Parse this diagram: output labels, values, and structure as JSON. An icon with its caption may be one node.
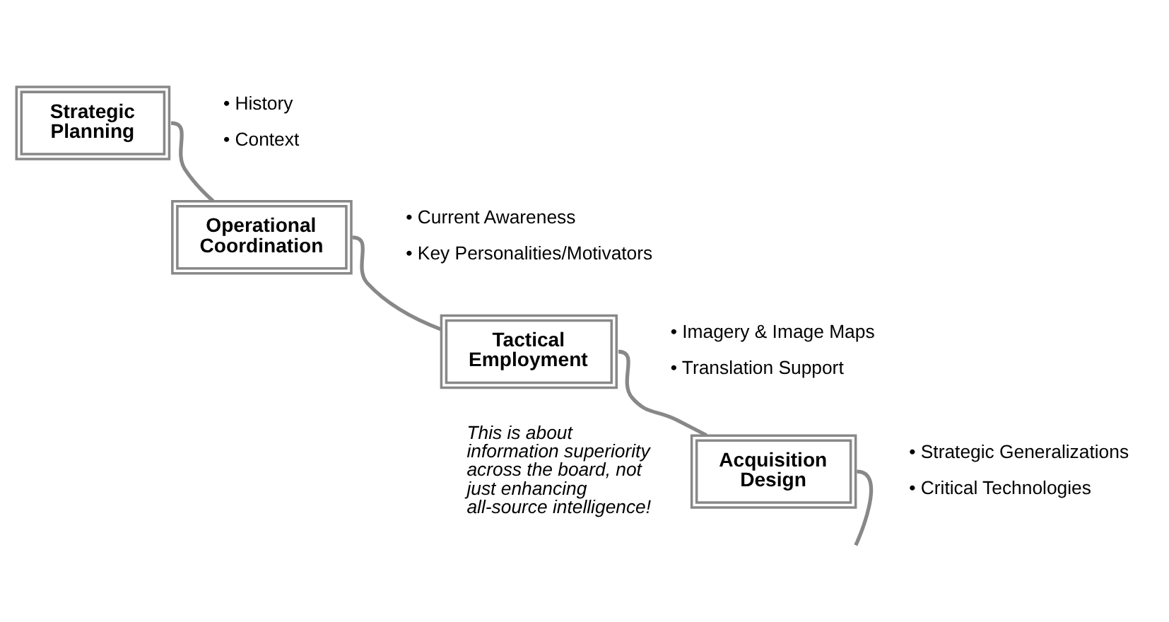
{
  "diagram": {
    "nodes": [
      {
        "text": [
          "Strategic Planning"
        ],
        "beside": [
          "• History",
          "• Context"
        ]
      },
      {
        "text": [
          "Operational Coordination"
        ],
        "beside": [
          "• Current Awareness",
          "• Key Personalities/Motivators"
        ]
      },
      {
        "text": [
          "Tactical Employment"
        ],
        "beside": [
          "• Imagery & Image Maps",
          "• Translation Support"
        ]
      },
      {
        "text": [
          "Acquisition Design"
        ],
        "beside": [
          "• Strategic Generalizations",
          "• Critical Technologies"
        ]
      }
    ],
    "edges": [
      {
        "from": 0,
        "to": 1,
        "arrow": "none"
      },
      {
        "from": 1,
        "to": 2,
        "arrow": "none"
      },
      {
        "from": 2,
        "to": 3,
        "arrow": "none"
      },
      {
        "from": 3,
        "to": null,
        "arrow": "none"
      }
    ],
    "labels": [
      "This is about information superiority across the board, not just enhancing all-source intelligence!"
    ]
  }
}
